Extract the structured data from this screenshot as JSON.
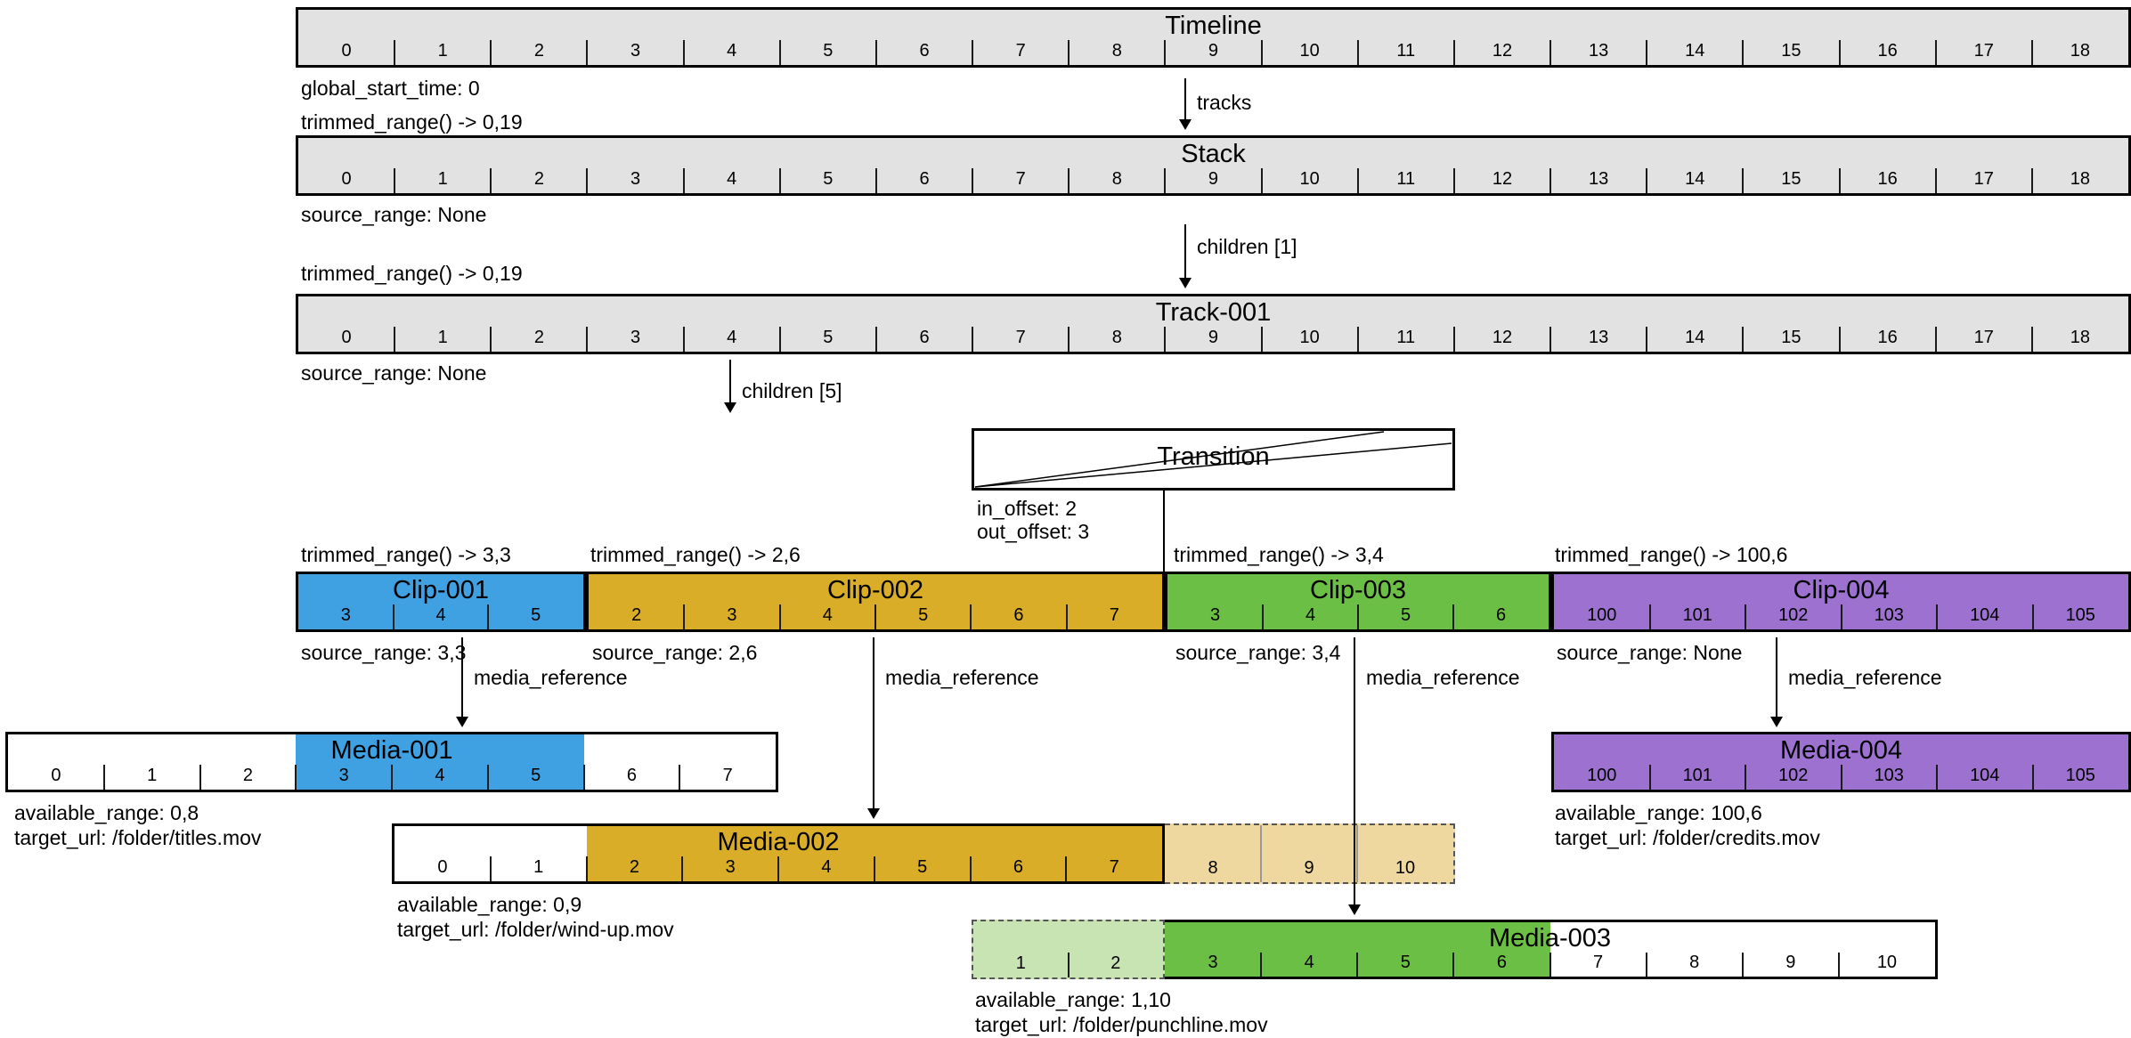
{
  "colors": {
    "w": "#FFFFFF",
    "gray": "#E2E2E2",
    "blue": "#3FA0E2",
    "gold": "#DAAD28",
    "lgold": "#EFD8A0",
    "green": "#6CBF45",
    "lgreen": "#C8E4B3",
    "purple": "#9C71D0"
  },
  "ruler_ticks": [
    "0",
    "1",
    "2",
    "3",
    "4",
    "5",
    "6",
    "7",
    "8",
    "9",
    "10",
    "11",
    "12",
    "13",
    "14",
    "15",
    "16",
    "17",
    "18"
  ],
  "timeline": {
    "title": "Timeline",
    "global_start_time": "global_start_time: 0"
  },
  "stack": {
    "title": "Stack",
    "trimmed_range": "trimmed_range() -> 0,19",
    "source_range": "source_range: None"
  },
  "track": {
    "title": "Track-001",
    "trimmed_range": "trimmed_range() -> 0,19",
    "source_range": "source_range: None"
  },
  "edges": {
    "tracks": "tracks",
    "stack_children": "children [1]",
    "track_children": "children [5]",
    "media_reference": "media_reference"
  },
  "transition": {
    "title": "Transition",
    "in_offset": "in_offset: 2",
    "out_offset": "out_offset: 3"
  },
  "clips": [
    {
      "title": "Clip-001",
      "trimmed": "trimmed_range() -> 3,3",
      "source": "source_range: 3,3",
      "ticks": [
        "3",
        "4",
        "5"
      ]
    },
    {
      "title": "Clip-002",
      "trimmed": "trimmed_range() -> 2,6",
      "source": "source_range: 2,6",
      "ticks": [
        "2",
        "3",
        "4",
        "5",
        "6",
        "7"
      ]
    },
    {
      "title": "Clip-003",
      "trimmed": "trimmed_range() -> 3,4",
      "source": "source_range: 3,4",
      "ticks": [
        "3",
        "4",
        "5",
        "6"
      ]
    },
    {
      "title": "Clip-004",
      "trimmed": "trimmed_range() -> 100,6",
      "source": "source_range: None",
      "ticks": [
        "100",
        "101",
        "102",
        "103",
        "104",
        "105"
      ]
    }
  ],
  "media": [
    {
      "title": "Media-001",
      "available": "available_range: 0,8",
      "target": "target_url: /folder/titles.mov",
      "cells": [
        [
          "0",
          "w"
        ],
        [
          "1",
          "w"
        ],
        [
          "2",
          "w"
        ],
        [
          "3",
          "blue"
        ],
        [
          "4",
          "blue"
        ],
        [
          "5",
          "blue"
        ],
        [
          "6",
          "w"
        ],
        [
          "7",
          "w"
        ]
      ]
    },
    {
      "title": "Media-002",
      "available": "available_range: 0,9",
      "target": "target_url: /folder/wind-up.mov",
      "cells": [
        [
          "0",
          "w"
        ],
        [
          "1",
          "w"
        ],
        [
          "2",
          "gold"
        ],
        [
          "3",
          "gold"
        ],
        [
          "4",
          "gold"
        ],
        [
          "5",
          "gold"
        ],
        [
          "6",
          "gold"
        ],
        [
          "7",
          "gold"
        ]
      ],
      "ext_cells": [
        "8",
        "9",
        "10"
      ]
    },
    {
      "title": "Media-003",
      "available": "available_range: 1,10",
      "target": "target_url: /folder/punchline.mov",
      "pre_cells": [
        "1",
        "2"
      ],
      "cells": [
        [
          "3",
          "green"
        ],
        [
          "4",
          "green"
        ],
        [
          "5",
          "green"
        ],
        [
          "6",
          "green"
        ],
        [
          "7",
          "w"
        ],
        [
          "8",
          "w"
        ],
        [
          "9",
          "w"
        ],
        [
          "10",
          "w"
        ]
      ]
    },
    {
      "title": "Media-004",
      "available": "available_range: 100,6",
      "target": "target_url: /folder/credits.mov",
      "cells": [
        [
          "100",
          "purple"
        ],
        [
          "101",
          "purple"
        ],
        [
          "102",
          "purple"
        ],
        [
          "103",
          "purple"
        ],
        [
          "104",
          "purple"
        ],
        [
          "105",
          "purple"
        ]
      ]
    }
  ]
}
